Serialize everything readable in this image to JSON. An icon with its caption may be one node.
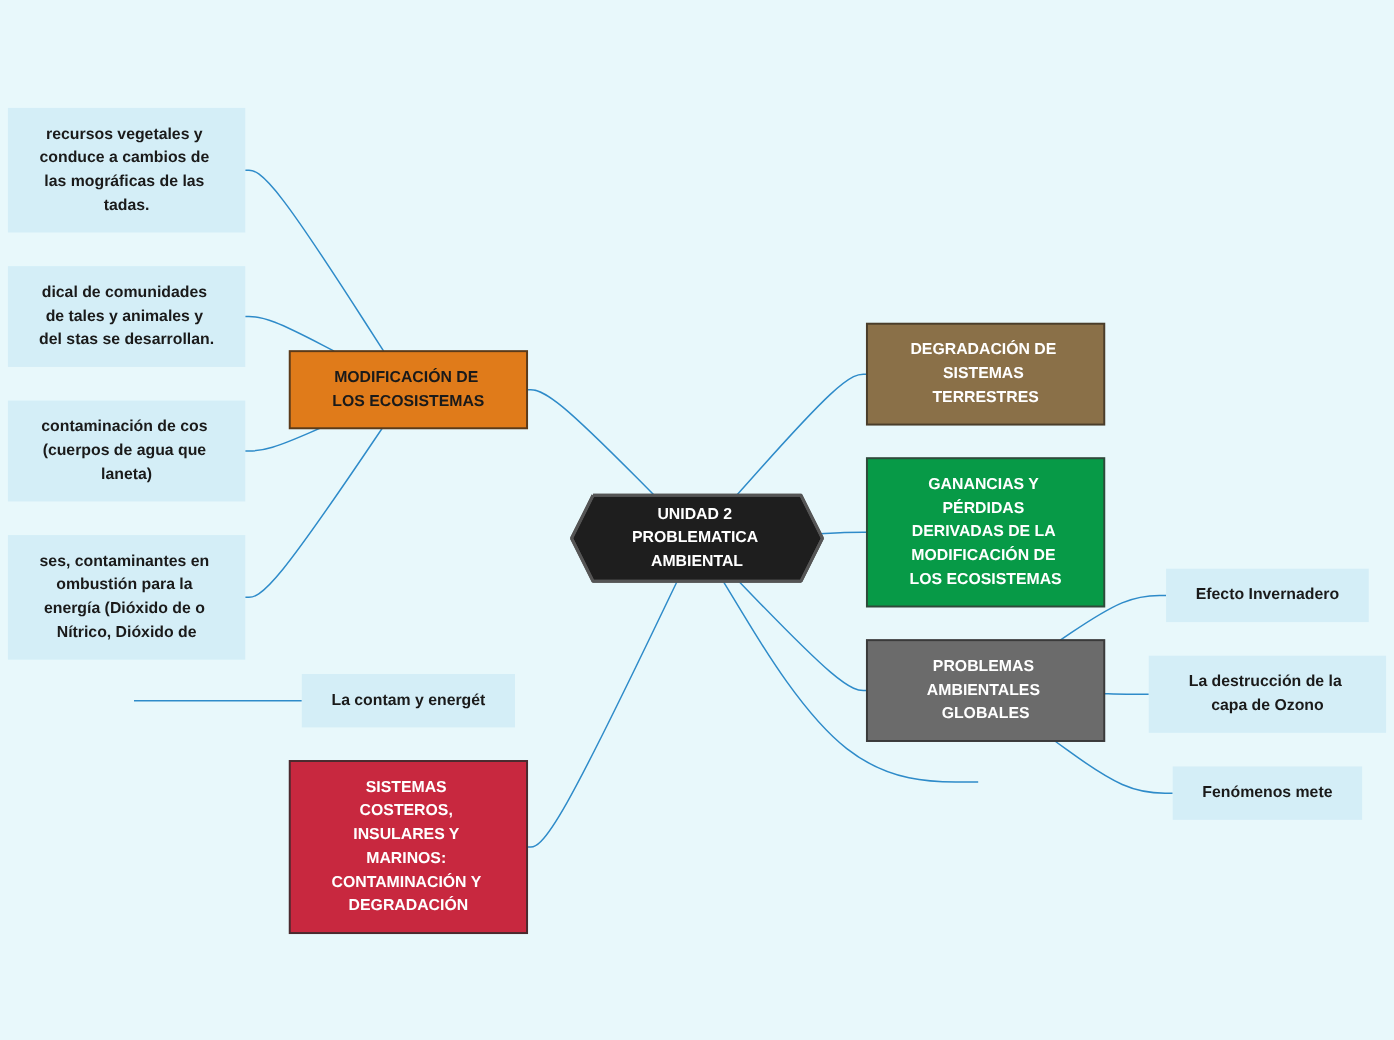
{
  "diagram": {
    "nodes": [
      {
        "text": [
          "UNIDAD 2 PROBLEMATICA AMBIENTAL"
        ]
      },
      {
        "text": [
          "MODIFICACIÓN DE LOS ECOSISTEMAS"
        ]
      },
      {
        "text": [
          "recursos vegetales y conduce a cambios de las mográficas de las tadas."
        ]
      },
      {
        "text": [
          "dical de comunidades de tales y animales y del stas se desarrollan."
        ]
      },
      {
        "text": [
          "contaminación de cos (cuerpos de agua que laneta)"
        ]
      },
      {
        "text": [
          "ses, contaminantes en ombustión para la energía (Dióxido de o Nítrico, Dióxido de"
        ]
      },
      {
        "text": [
          "La contam y energét"
        ]
      },
      {
        "text": [
          "DEGRADACIÓN DE SISTEMAS TERRESTRES"
        ]
      },
      {
        "text": [
          "GANANCIAS Y PÉRDIDAS DERIVADAS DE LA MODIFICACIÓN DE LOS ECOSISTEMAS"
        ]
      },
      {
        "text": [
          "SISTEMAS COSTEROS, INSULARES Y MARINOS: CONTAMINACIÓN Y DEGRADACIÓN"
        ]
      },
      {
        "text": [
          "PROBLEMAS AMBIENTALES GLOBALES"
        ]
      },
      {
        "text": [
          "Efecto Invernadero"
        ]
      },
      {
        "text": [
          "La destrucción de la capa de Ozono"
        ]
      },
      {
        "text": [
          "Fenómenos mete"
        ]
      }
    ],
    "edges": [
      {
        "from": 0,
        "to": 1,
        "arrow": "none"
      },
      {
        "from": 1,
        "to": 2,
        "arrow": "none"
      },
      {
        "from": 1,
        "to": 3,
        "arrow": "none"
      },
      {
        "from": 1,
        "to": 4,
        "arrow": "none"
      },
      {
        "from": 1,
        "to": 5,
        "arrow": "none"
      },
      {
        "from": 0,
        "to": null,
        "arrow": "none"
      },
      {
        "from": null,
        "to": 6,
        "arrow": "none"
      },
      {
        "from": 0,
        "to": 7,
        "arrow": "none"
      },
      {
        "from": 0,
        "to": 8,
        "arrow": "none"
      },
      {
        "from": 0,
        "to": 9,
        "arrow": "none"
      },
      {
        "from": 0,
        "to": 10,
        "arrow": "none"
      },
      {
        "from": 10,
        "to": 11,
        "arrow": "none"
      },
      {
        "from": 10,
        "to": 12,
        "arrow": "none"
      },
      {
        "from": 10,
        "to": 13,
        "arrow": "none"
      }
    ]
  }
}
